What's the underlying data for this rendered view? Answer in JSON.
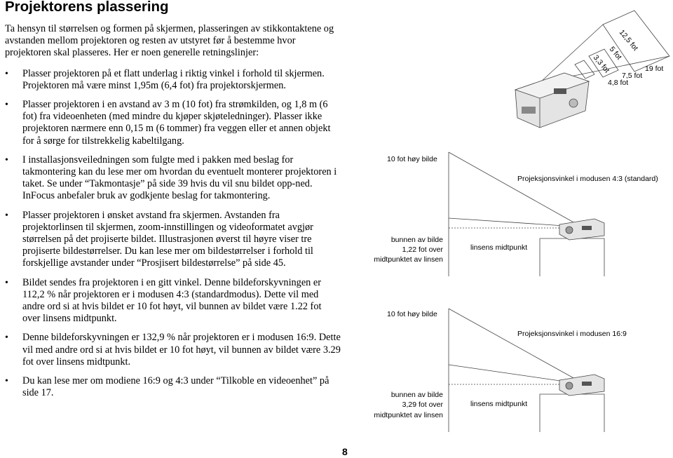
{
  "page": {
    "title": "Projektorens plassering",
    "intro": "Ta hensyn til størrelsen og formen på skjermen, plasseringen av stikkontaktene og avstanden mellom projektoren og resten av utstyret før å bestemme hvor projektoren skal plasseres. Her er noen generelle retningslinjer:",
    "bullets": [
      "Plasser projektoren på et flatt underlag i riktig vinkel i forhold til skjermen. Projektoren må være minst 1,95m (6,4 fot) fra projektorskjermen.",
      "Plasser projektoren i en avstand av 3 m (10 fot) fra strømkilden, og 1,8 m (6 fot) fra videoenheten (med mindre du kjøper skjøteledninger). Plasser ikke projektoren nærmere enn 0,15 m (6 tommer) fra veggen eller et annen objekt for å sørge for tilstrekkelig kabeltilgang.",
      "I installasjonsveiledningen som fulgte med i pakken med beslag for takmontering kan du lese mer om hvordan du eventuelt monterer projektoren i taket. Se under “Takmontasje” på side 39 hvis du vil snu bildet opp-ned. InFocus anbefaler bruk av godkjente beslag for takmontering.",
      "Plasser projektoren i ønsket avstand fra skjermen. Avstanden fra projektorlinsen til skjermen, zoom-innstillingen og videoformatet avgjør størrelsen på det projiserte bildet. Illustrasjonen øverst til høyre viser tre projiserte bildestørrelser. Du kan lese mer om bildestørrelser i forhold til forskjellige avstander under “Prosjisert bildestørrelse” på side 45.",
      "Bildet sendes fra projektoren i en gitt vinkel. Denne bildeforskyvningen er 112,2 % når projektoren er i modusen 4:3 (standardmodus). Dette vil med andre ord si at hvis bildet er 10 fot høyt, vil bunnen av bildet være 1.22 fot over linsens midtpunkt.",
      "Denne bildeforskyvningen er 132,9 % når projektoren er i modusen 16:9. Dette vil med andre ord si at hvis bildet er 10 fot høyt, vil bunnen av bildet være 3.29 fot over linsens midtpunkt.",
      "Du kan lese mer om modiene 16:9 og 4:3 under “Tilkoble en videoenhet” på side 17."
    ],
    "page_number": "8"
  },
  "figure_top": {
    "sizes": [
      "12,5 fot",
      "5 fot",
      "3,3 fot"
    ],
    "distances": [
      "19 fot",
      "7,5 fot",
      "4,8 fot"
    ]
  },
  "figure_43": {
    "height_label": "10 fot høy bilde",
    "mode_label": "Projeksjonsvinkel i modusen 4:3 (standard)",
    "bottom_line1": "bunnen av bilde",
    "bottom_line2": "1,22 fot over",
    "bottom_line3": "midtpunktet av linsen",
    "lens_label": "linsens midtpunkt"
  },
  "figure_169": {
    "height_label": "10 fot høy bilde",
    "mode_label": "Projeksjonsvinkel i modusen 16:9",
    "bottom_line1": "bunnen av bilde",
    "bottom_line2": "3,29 fot over",
    "bottom_line3": "midtpunktet av linsen",
    "lens_label": "linsens midtpunkt"
  },
  "colors": {
    "text": "#000000",
    "diagram_line": "#444444",
    "projector_body": "#e4e4e4"
  }
}
